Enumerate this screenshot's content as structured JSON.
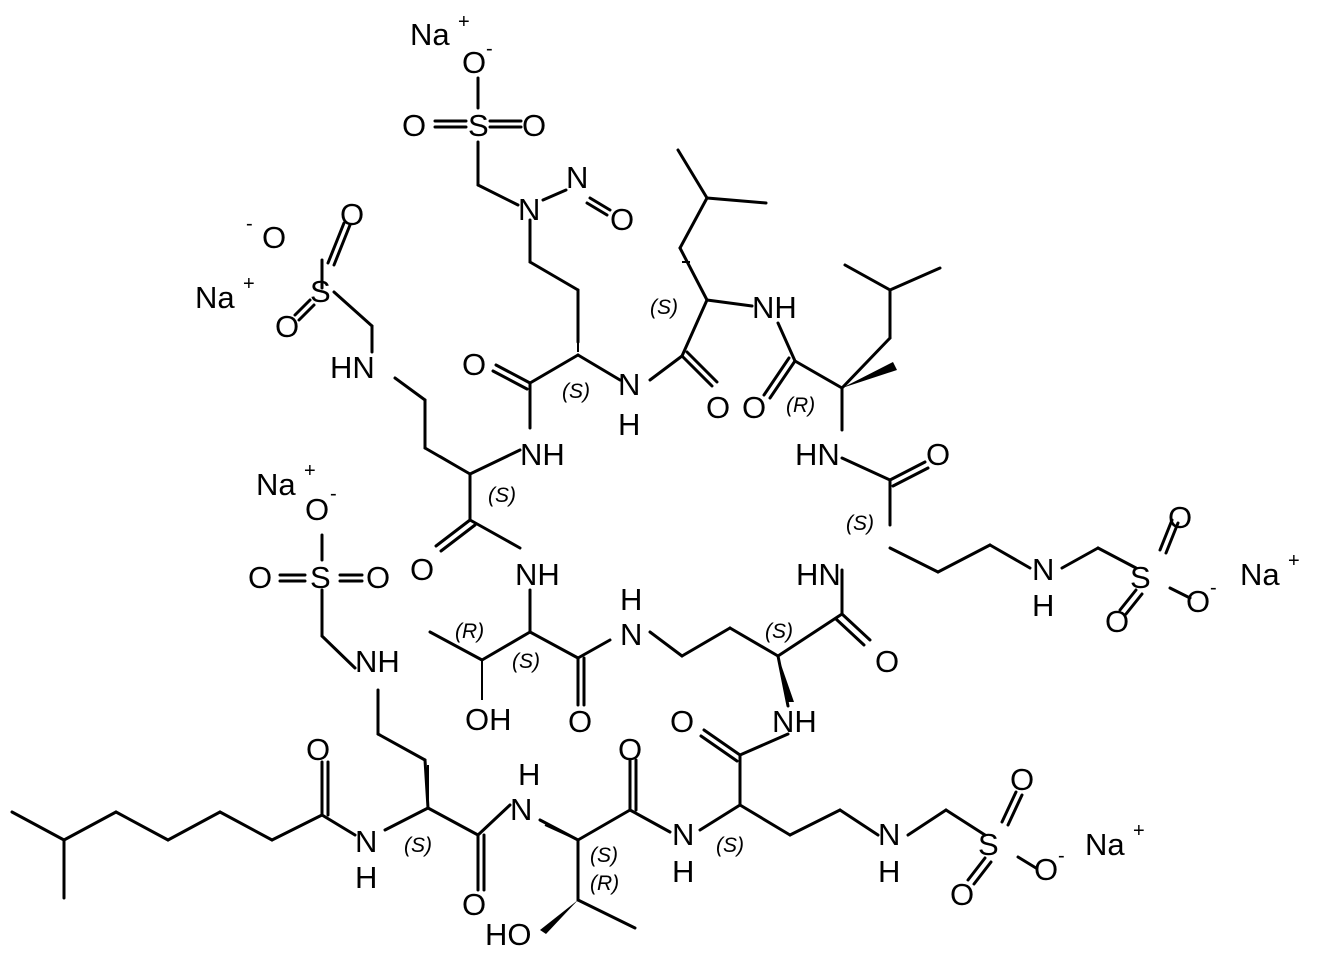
{
  "atoms": {
    "o": "O",
    "o_minus": "O",
    "s": "S",
    "n": "N",
    "h": "H",
    "nh": "NH",
    "hn": "HN",
    "oh": "OH",
    "ho": "HO"
  },
  "charges": {
    "plus": "+",
    "minus": "-"
  },
  "counterions": {
    "na": "Na"
  },
  "stereo": {
    "s": "(S)",
    "r": "(R)"
  }
}
